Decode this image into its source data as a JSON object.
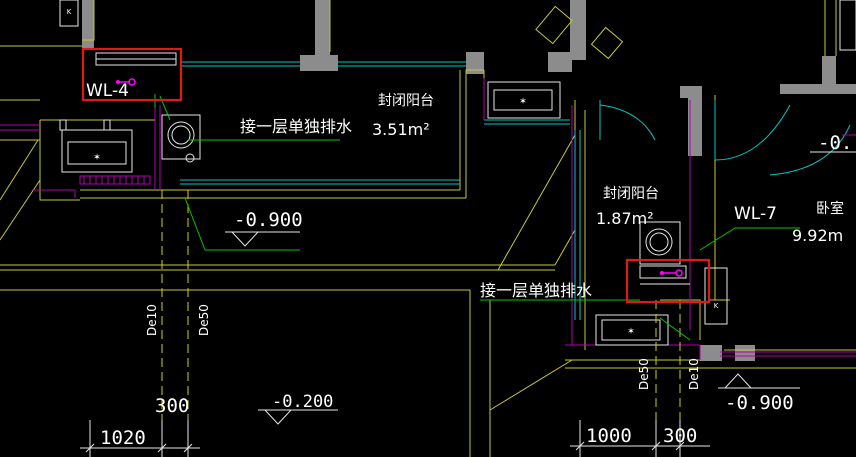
{
  "colors": {
    "background": "#000000",
    "wall": "#8c8c8c",
    "outline_yellow": "#c8c832",
    "window_cyan": "#00c8c8",
    "fixture_magenta": "#b400b4",
    "leader_green": "#00c800",
    "text_white": "#ffffff",
    "highlight_red": "#e01818"
  },
  "labels": {
    "pipe_wl4": "WL-4",
    "pipe_wl7": "WL-7",
    "drain_note_top": "接一层单独排水",
    "drain_note_bottom": "接一层单独排水",
    "balcony_left_name": "封闭阳台",
    "balcony_left_area": "3.51m²",
    "balcony_right_name": "封闭阳台",
    "balcony_right_area": "1.87m²",
    "bedroom_name": "卧室",
    "bedroom_area": "9.92m",
    "elevation_left": "-0.900",
    "elevation_right": "-0.900",
    "elevation_mid": "-0.200",
    "elevation_edge": "-0.",
    "pipe_de10_left": "De10",
    "pipe_de50_left": "De50",
    "pipe_de50_right": "De50",
    "pipe_de10_right": "De10",
    "dim_300_left": "300",
    "dim_1020": "1020",
    "dim_1000": "1000",
    "dim_300_right": "300",
    "valve_mark": "K"
  }
}
